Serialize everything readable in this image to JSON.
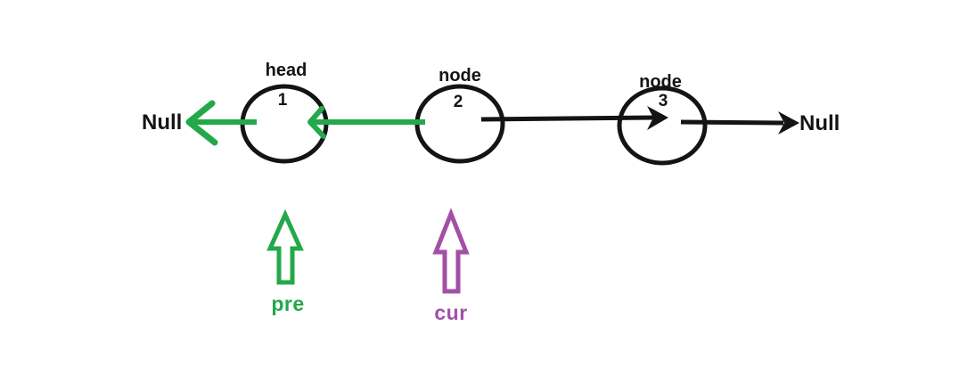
{
  "colors": {
    "green": "#23a84a",
    "purple": "#a34fa8",
    "black": "#141414"
  },
  "diagram": {
    "left_null": "Null",
    "right_null": "Null",
    "nodes": [
      {
        "label": "head",
        "value": "1"
      },
      {
        "label": "node",
        "value": "2"
      },
      {
        "label": "node",
        "value": "3"
      }
    ],
    "pointers": [
      {
        "name": "pre"
      },
      {
        "name": "cur"
      }
    ]
  }
}
